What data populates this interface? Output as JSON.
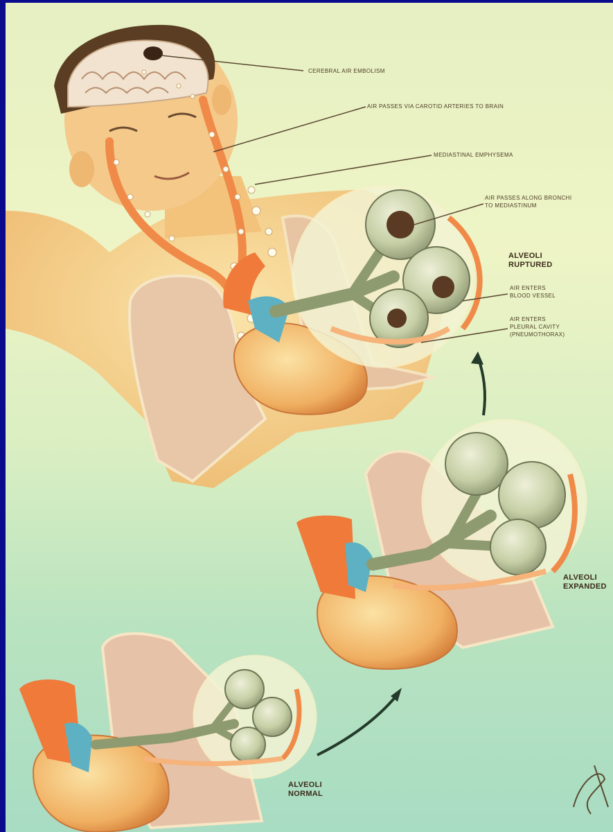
{
  "labels": {
    "cerebral_air_embolism": "CEREBRAL AIR EMBOLISM",
    "carotid": "AIR PASSES VIA CAROTID ARTERIES TO BRAIN",
    "mediastinal": "MEDIASTINAL EMPHYSEMA",
    "bronchi_1": "AIR PASSES ALONG BRONCHI",
    "bronchi_2": "TO MEDIASTINUM",
    "ruptured_1": "ALVEOLI",
    "ruptured_2": "RUPTURED",
    "blood_vessel_1": "AIR ENTERS",
    "blood_vessel_2": "BLOOD VESSEL",
    "pleural_1": "AIR ENTERS",
    "pleural_2": "PLEURAL CAVITY",
    "pleural_3": "(PNEUMOTHORAX)",
    "expanded_1": "ALVEOLI",
    "expanded_2": "EXPANDED",
    "normal_1": "ALVEOLI",
    "normal_2": "NORMAL"
  },
  "colors": {
    "frame": "#0a0a8c",
    "skin": "#f4c27a",
    "lung": "#e9c9ad",
    "heart": "#f0a25a",
    "artery": "#f07a3c",
    "vein": "#5fb0c0",
    "alveoli": "#c9d1ae"
  },
  "icons": {
    "signature": "artist-signature"
  }
}
